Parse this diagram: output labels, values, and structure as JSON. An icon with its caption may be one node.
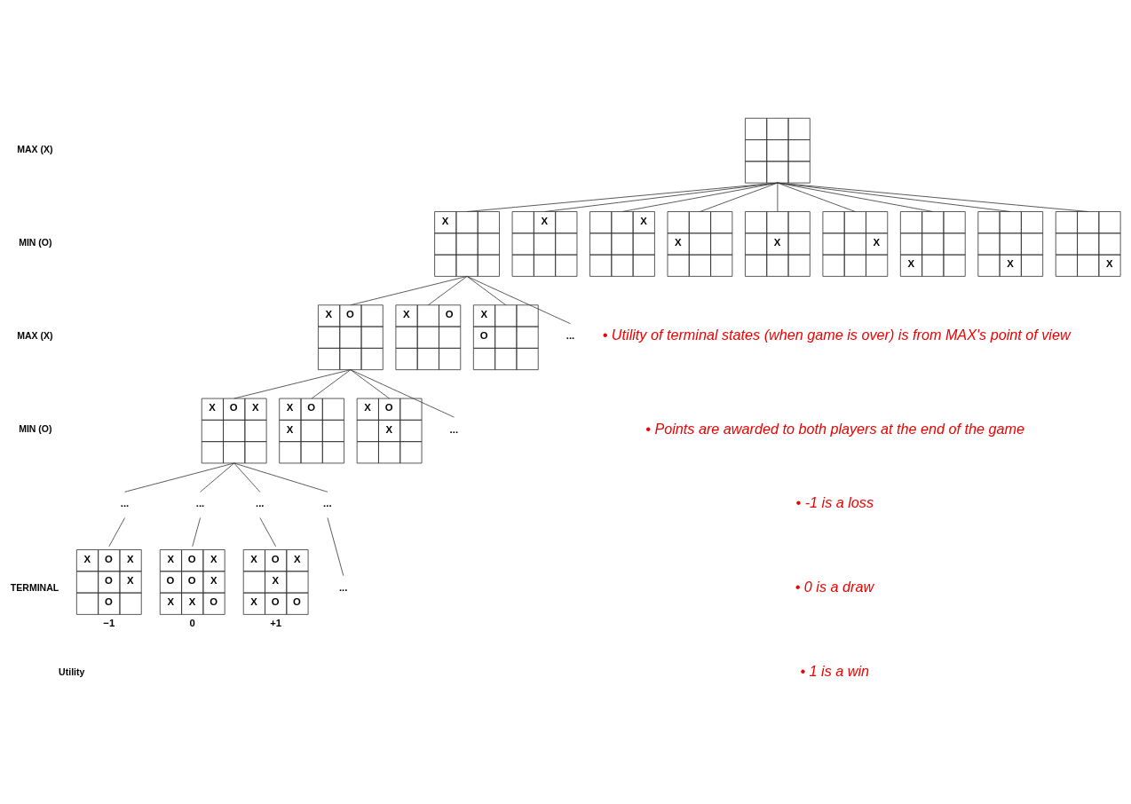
{
  "diagram": {
    "nodes": [
      {
        "text": [],
        "shape": "box"
      },
      {
        "text": [
          "X"
        ]
      },
      {
        "text": [
          "X"
        ]
      },
      {
        "text": [
          "X"
        ]
      },
      {
        "text": [
          "X"
        ]
      },
      {
        "text": [
          "X"
        ]
      },
      {
        "text": [
          "X"
        ]
      },
      {
        "text": [
          "X"
        ]
      },
      {
        "text": [
          "X"
        ]
      },
      {
        "text": [
          "X"
        ]
      },
      {
        "text": [
          "X",
          "O"
        ]
      },
      {
        "text": [
          "X",
          "O"
        ]
      },
      {
        "text": [
          "X",
          "O"
        ]
      },
      {
        "text": [
          "..."
        ]
      },
      {
        "text": [
          "X",
          "O",
          "X"
        ]
      },
      {
        "text": [
          "X",
          "O",
          "X"
        ]
      },
      {
        "text": [
          "X",
          "O",
          "X"
        ]
      },
      {
        "text": [
          "..."
        ]
      },
      {
        "text": [
          "..."
        ]
      },
      {
        "text": [
          "..."
        ]
      },
      {
        "text": [
          "..."
        ]
      },
      {
        "text": [
          "..."
        ]
      },
      {
        "text": [
          "X",
          "O",
          "X",
          "O",
          "X",
          "O"
        ],
        "beside": [
          "−1"
        ]
      },
      {
        "text": [
          "X",
          "O",
          "X",
          "O",
          "O",
          "X",
          "X",
          "X",
          "O"
        ],
        "beside": [
          "0"
        ]
      },
      {
        "text": [
          "X",
          "O",
          "X",
          "X",
          "X",
          "O",
          "O"
        ],
        "beside": [
          "+1"
        ]
      },
      {
        "text": [
          "..."
        ]
      }
    ],
    "edges": [
      {
        "from": 0,
        "to": 1,
        "arrow": "none"
      },
      {
        "from": 0,
        "to": 2,
        "arrow": "none"
      },
      {
        "from": 0,
        "to": 3,
        "arrow": "none"
      },
      {
        "from": 0,
        "to": 4,
        "arrow": "none"
      },
      {
        "from": 0,
        "to": 5,
        "arrow": "none"
      },
      {
        "from": 0,
        "to": 6,
        "arrow": "none"
      },
      {
        "from": 0,
        "to": 7,
        "arrow": "none"
      },
      {
        "from": 0,
        "to": 8,
        "arrow": "none"
      },
      {
        "from": 0,
        "to": 9,
        "arrow": "none"
      },
      {
        "from": 1,
        "to": 10,
        "arrow": "none"
      },
      {
        "from": 1,
        "to": 11,
        "arrow": "none"
      },
      {
        "from": 1,
        "to": 12,
        "arrow": "none"
      },
      {
        "from": 1,
        "to": 13,
        "arrow": "none"
      },
      {
        "from": 10,
        "to": 14,
        "arrow": "none"
      },
      {
        "from": 10,
        "to": 15,
        "arrow": "none"
      },
      {
        "from": 10,
        "to": 16,
        "arrow": "none"
      },
      {
        "from": 10,
        "to": 17,
        "arrow": "none"
      },
      {
        "from": 14,
        "to": 18,
        "arrow": "none"
      },
      {
        "from": 14,
        "to": 19,
        "arrow": "none"
      },
      {
        "from": 14,
        "to": 20,
        "arrow": "none"
      },
      {
        "from": 14,
        "to": 21,
        "arrow": "none"
      },
      {
        "from": 18,
        "to": 22,
        "arrow": "none"
      },
      {
        "from": 19,
        "to": 23,
        "arrow": "none"
      },
      {
        "from": 20,
        "to": 24,
        "arrow": "none"
      },
      {
        "from": 21,
        "to": 25,
        "arrow": "none"
      }
    ],
    "labels": [
      "MAX (X)",
      "MIN (O)",
      "MAX (X)",
      "MIN (O)",
      "TERMINAL",
      "Utility",
      "• Utility of terminal states (when game is over) is from MAX's point of view",
      "• Points are awarded to both players at the end of the game",
      "• -1 is a loss",
      "• 0 is a draw",
      "• 1 is a win"
    ]
  }
}
